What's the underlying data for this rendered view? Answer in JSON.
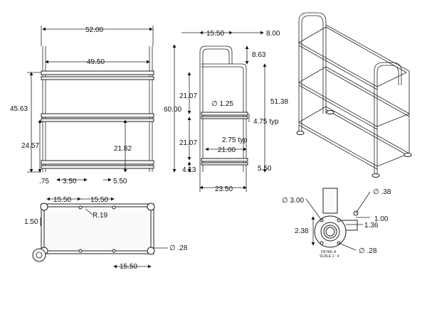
{
  "front_view": {
    "overall_width": "52.00",
    "inner_width": "49.50",
    "height_upper": "45.63",
    "height_mid": "24.57",
    "shelf_drop": "21.82",
    "foot_offset": ".75",
    "foot_width": "3.50",
    "caster_offset": "5.50"
  },
  "side_view": {
    "depth_top": "15.50",
    "handle_offset": "8.00",
    "handle_height": "8.63",
    "overall_height": "60.00",
    "upper_spacing": "21.07",
    "lower_spacing": "21.07",
    "tube_dia": "∅ 1.25",
    "inner_height": "51.38",
    "gap": "4.75 typ",
    "pitch": "2.75 typ",
    "inner_depth": "21.00",
    "base_height": "4.13",
    "base_offset": "5.50",
    "overall_depth": "23.50"
  },
  "top_view": {
    "pitch_a": "15.50",
    "pitch_b": "15.50",
    "bend_radius": "R.19",
    "edge_offset": "1.50",
    "hole_dia": "∅ .28",
    "bottom_pitch": "15.50"
  },
  "detail": {
    "outer_dia": "∅ 3.00",
    "hole_dia": "∅ .38",
    "offset_a": "1.00",
    "offset_b": "1.36",
    "offset_c": "2.38",
    "inner_hole": "∅ .28",
    "title": "DETAIL A",
    "scale": "SCALE 1 : 4"
  }
}
